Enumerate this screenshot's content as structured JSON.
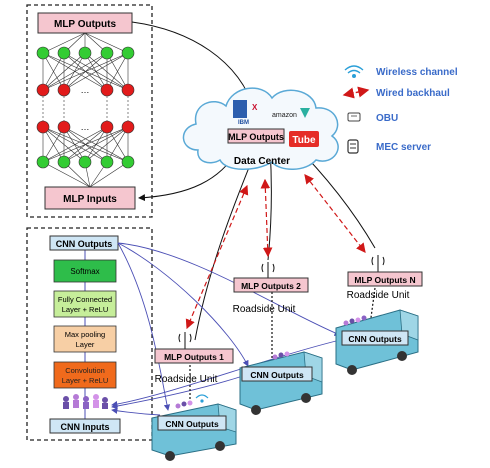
{
  "mlp_panel": {
    "outputs_label": "MLP Outputs",
    "inputs_label": "MLP Inputs"
  },
  "cnn_panel": {
    "outputs_label": "CNN Outputs",
    "softmax_label": "Softmax",
    "fc_line1": "Fully Connected",
    "fc_line2": "Layer + ReLU",
    "pool_line1": "Max pooling",
    "pool_line2": "Layer",
    "conv_line1": "Convolution",
    "conv_line2": "Layer + ReLU",
    "inputs_label": "CNN Inputs"
  },
  "legend": {
    "wireless": "Wireless channel",
    "wired": "Wired backhaul",
    "obu": "OBU",
    "mec": "MEC server"
  },
  "data_center": {
    "label": "Data Center",
    "mlp_label": "MLP Outputs",
    "logo_amazon": "amazon",
    "logo_tube": "Tube",
    "logo_ibm": "IBM",
    "logo_x": "X"
  },
  "roadside_units": [
    {
      "mlp_label": "MLP Outputs 1",
      "name": "Roadside Unit"
    },
    {
      "mlp_label": "MLP Outputs 2",
      "name": "Roadside Unit"
    },
    {
      "mlp_label": "MLP Outputs N",
      "name": "Roadside Unit"
    }
  ],
  "vehicles": [
    {
      "cnn_label": "CNN Outputs"
    },
    {
      "cnn_label": "CNN Outputs"
    },
    {
      "cnn_label": "CNN Outputs"
    }
  ],
  "colors": {
    "mlp_box": "#f5c6cf",
    "cnn_box": "#cfe6f5",
    "softmax": "#2ebd4a",
    "fc": "#c6ee9a",
    "pool": "#f7cfa5",
    "conv": "#f06a1c",
    "node_green": "#33cc33",
    "node_red": "#e21b1b",
    "wireless": "#2a9fd8",
    "wired": "#d01818",
    "legend_text": "#3a6bc9",
    "bus": "#6fc1d8"
  }
}
